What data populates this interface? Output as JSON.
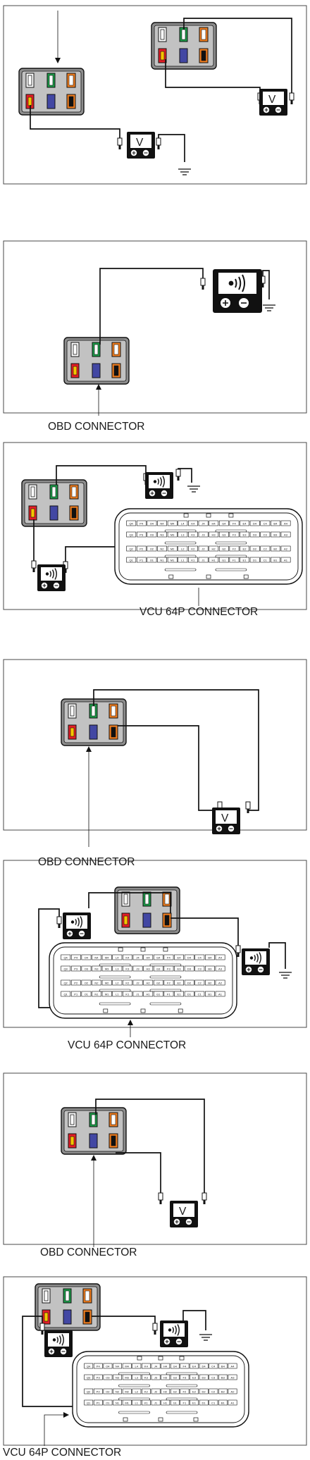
{
  "labels": {
    "obd_connector": "OBD CONNECTOR",
    "vcu_64p_connector": "VCU 64P CONNECTOR",
    "voltmeter": "V"
  },
  "colors": {
    "pin_white": "#ffffff",
    "pin_green": "#1c9a48",
    "pin_orange": "#f07d1e",
    "pin_red": "#e41e26",
    "pin_blue": "#4247a3",
    "pin_black": "#111111",
    "connector_body": "#b7b7b7",
    "frame": "#4a4a4a"
  },
  "vcu_pin_rows": [
    [
      "Q4",
      "P4",
      "O4",
      "N4",
      "M4",
      "L4",
      "K4",
      "J4",
      "H4",
      "G4",
      "F4",
      "E4",
      "D4",
      "C4",
      "B4",
      "A4"
    ],
    [
      "Q3",
      "P3",
      "O3",
      "N3",
      "M3",
      "L3",
      "K3",
      "J3",
      "H3",
      "G3",
      "F3",
      "E3",
      "D3",
      "C3",
      "B3",
      "A3"
    ],
    [
      "Q2",
      "P2",
      "O2",
      "N2",
      "M2",
      "L2",
      "K2",
      "J2",
      "H2",
      "G2",
      "F2",
      "E2",
      "D2",
      "C2",
      "B2",
      "A2"
    ],
    [
      "Q1",
      "P1",
      "O1",
      "N1",
      "M1",
      "L1",
      "K1",
      "J1",
      "H1",
      "G1",
      "F1",
      "E1",
      "D1",
      "C1",
      "B1",
      "A1"
    ]
  ]
}
